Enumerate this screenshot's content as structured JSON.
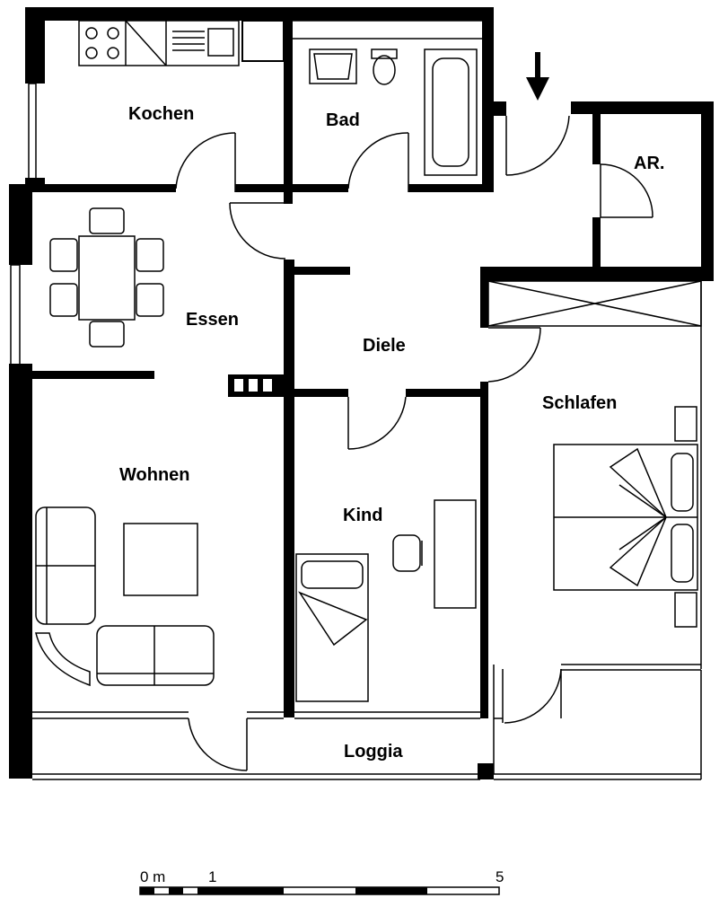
{
  "rooms": {
    "kochen": "Kochen",
    "bad": "Bad",
    "ar": "AR.",
    "essen": "Essen",
    "diele": "Diele",
    "schlafen": "Schlafen",
    "wohnen": "Wohnen",
    "kind": "Kind",
    "loggia": "Loggia"
  },
  "scale_bar": {
    "label_zero": "0 m",
    "label_one": "1",
    "label_five": "5"
  }
}
